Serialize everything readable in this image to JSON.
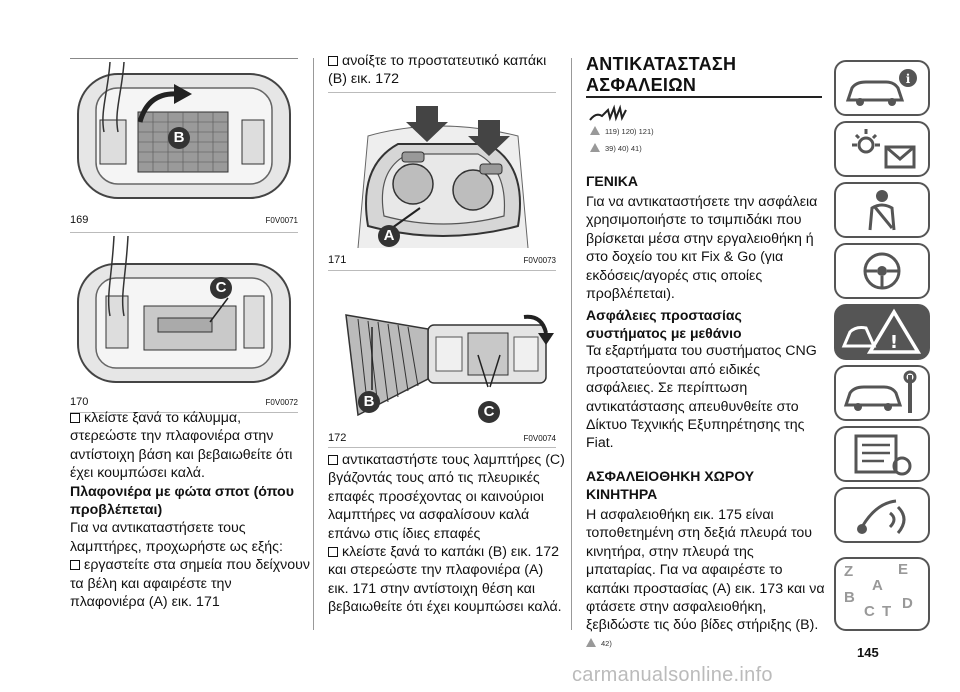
{
  "figures": [
    {
      "number": "169",
      "code": "F0V0071",
      "labels": [
        "B"
      ]
    },
    {
      "number": "170",
      "code": "F0V0072",
      "labels": [
        "C"
      ]
    },
    {
      "number": "171",
      "code": "F0V0073",
      "labels": [
        "A"
      ]
    },
    {
      "number": "172",
      "code": "F0V0074",
      "labels": [
        "B",
        "C"
      ]
    }
  ],
  "col1": {
    "p1": "κλείστε ξανά το κάλυμμα, στερεώστε την πλαφονιέρα στην αντίστοιχη βάση και βεβαιωθείτε ότι έχει κουμπώσει καλά.",
    "h1": "Πλαφονιέρα με φώτα σποτ (όπου προβλέπεται)",
    "p2": "Για να αντικαταστήσετε τους λαμπτήρες, προχωρήστε ως εξής:",
    "p3": "εργαστείτε στα σημεία που δείχνουν τα βέλη και αφαιρέστε την πλαφονιέρα (A) εικ. 171"
  },
  "col2": {
    "p1": "ανοίξτε το προστατευτικό καπάκι (B) εικ. 172",
    "p2": "αντικαταστήστε τους λαμπτήρες (C) βγάζοντάς τους από τις πλευρικές επαφές προσέχοντας οι καινούριοι λαμπτήρες να ασφαλίσουν καλά επάνω στις ίδιες επαφές",
    "p3": "κλείστε ξανά το καπάκι (B) εικ. 172 και στερεώστε την πλαφονιέρα (A) εικ. 171 στην αντίστοιχη θέση και βεβαιωθείτε ότι έχει κουμπώσει καλά."
  },
  "col3": {
    "title_line1": "ΑΝΤΙΚΑΤΑΣΤΑΣΗ",
    "title_line2": "ΑΣΦΑΛΕΙΩΝ",
    "warn1": "119) 120) 121)",
    "warn2": "39) 40) 41)",
    "h_general": "ΓΕΝΙΚΑ",
    "p_general": "Για να αντικαταστήσετε την ασφάλεια χρησιμοποιήστε το τσιμπιδάκι που βρίσκεται μέσα στην εργαλειοθήκη ή στο δοχείο του κιτ Fix & Go (για εκδόσεις/αγορές στις οποίες προβλέπεται).",
    "h_cng": "Ασφάλειες προστασίας συστήματος με μεθάνιο",
    "p_cng": "Τα εξαρτήματα του συστήματος CNG προστατεύονται από ειδικές ασφάλειες. Σε περίπτωση αντικατάστασης απευθυνθείτε στο Δίκτυο Τεχνικής Εξυπηρέτησης της Fiat.",
    "h_engine": "ΑΣΦΑΛΕΙΟΘΗΚΗ ΧΩΡΟΥ ΚΙΝΗΤΗΡΑ",
    "p_engine": "Η ασφαλειοθήκη εικ. 175 είναι τοποθετημένη στη δεξιά πλευρά του κινητήρα, στην πλευρά της μπαταρίας. Για να αφαιρέστε το καπάκι προστασίας (A) εικ. 173 και να φτάσετε στην ασφαλειοθήκη, ξεβιδώστε τις δύο βίδες στήριξης (B).",
    "warn3": "42)"
  },
  "sidebar_letters": [
    "Z",
    "E",
    "A",
    "B",
    "C",
    "T",
    "D"
  ],
  "page_number": "145",
  "watermark": "carmanualsonline.info"
}
